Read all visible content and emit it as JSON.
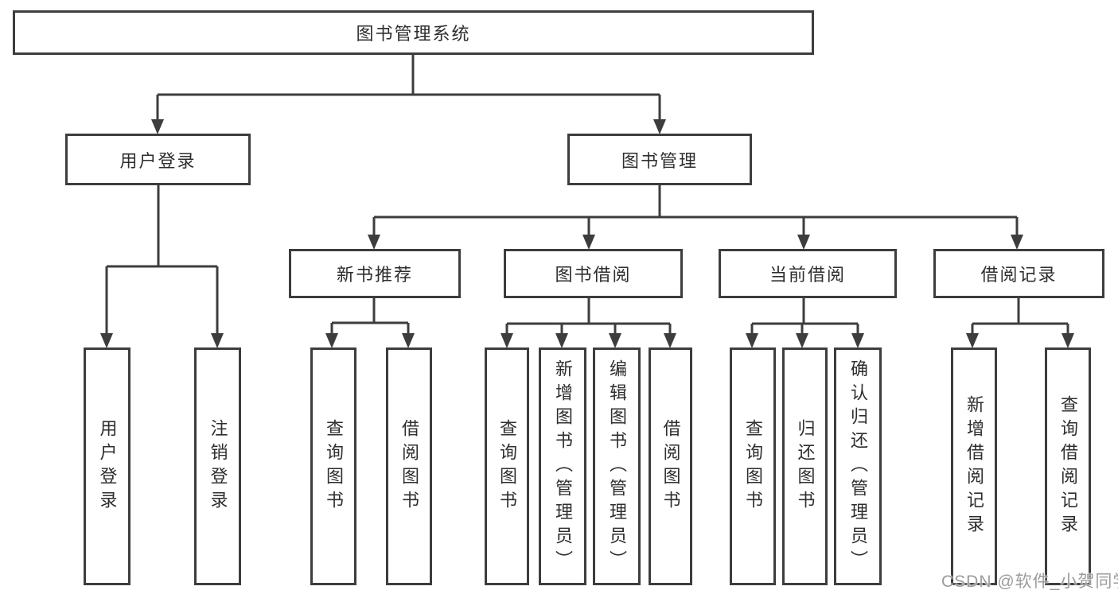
{
  "diagram": {
    "title": "图书管理系统",
    "colors": {
      "line": "#3d3d3d",
      "text": "#2e2e2e",
      "box_background": "#ffffff",
      "watermark": "#9c9c9c"
    },
    "nodes": {
      "root": "图书管理系统",
      "user_login": "用户登录",
      "book_mgmt": "图书管理",
      "new_book_rec": "新书推荐",
      "book_borrow": "图书借阅",
      "current_borrow": "当前借阅",
      "borrow_record": "借阅记录",
      "ul_user_login": "用户登录",
      "ul_logout": "注销登录",
      "nr_query_book": "查询图书",
      "nr_borrow_book": "借阅图书",
      "bb_query_book": "查询图书",
      "bb_add_book": "新增图书（管理员）",
      "bb_edit_book": "编辑图书（管理员）",
      "bb_borrow_book": "借阅图书",
      "cb_query_book": "查询图书",
      "cb_return_book": "归还图书",
      "cb_confirm_return": "确认归还（管理员）",
      "br_add_record": "新增借阅记录",
      "br_query_record": "查询借阅记录"
    },
    "watermark": "CSDN @软件_小贺同学"
  }
}
